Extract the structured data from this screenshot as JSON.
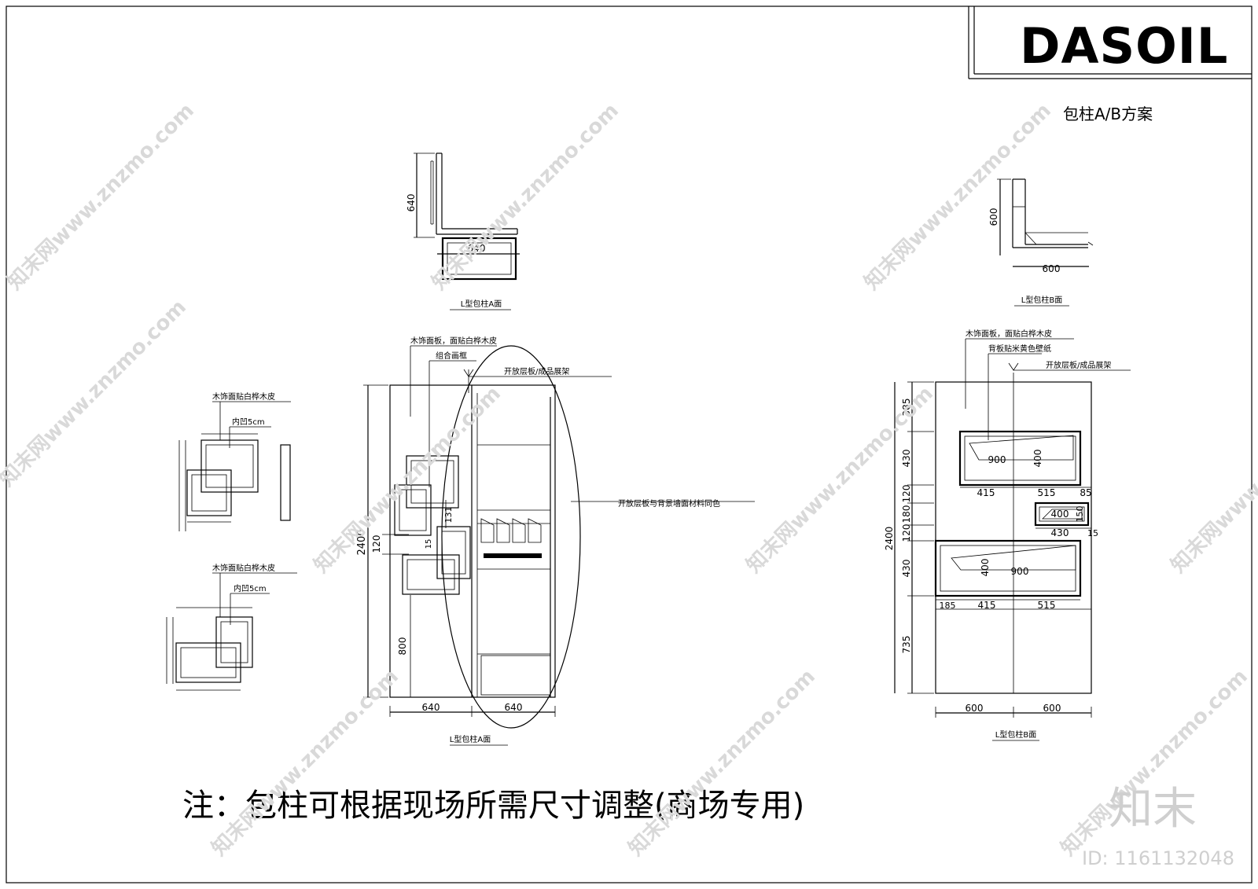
{
  "brand": {
    "logo_text": "DASOIL"
  },
  "sheet_title": "包柱A/B方案",
  "note": "注：包柱可根据现场所需尺寸调整(商场专用)",
  "watermark": {
    "site": "知末网www.znzmo.com",
    "logo": "知末",
    "id": "ID: 1161132048"
  },
  "plan_a": {
    "dim_vertical": "640",
    "dim_horizontal": "640",
    "caption": "L型包柱A面"
  },
  "plan_b": {
    "dim_vertical": "600",
    "dim_horizontal": "600",
    "caption": "L型包柱B面"
  },
  "detail_top": {
    "label_1": "木饰面贴白桦木皮",
    "label_2": "内凹5cm"
  },
  "detail_bottom": {
    "label_1": "木饰面贴白桦木皮",
    "label_2": "内凹5cm"
  },
  "elevation_a": {
    "label_1": "木饰面板，面贴白桦木皮",
    "label_2": "组合画框",
    "label_3": "开放层板/成品展架",
    "label_4": "开放层板与背景墙面材料同色",
    "dim_height": "2400",
    "dim_800": "800",
    "dim_120": "120",
    "dim_131": "131",
    "dim_15": "15",
    "dim_w1": "640",
    "dim_w2": "640",
    "caption": "L型包柱A面"
  },
  "elevation_b": {
    "label_1": "木饰面板，面贴白桦木皮",
    "label_2": "背板贴米黄色壁纸",
    "label_3": "开放层板/成品展架",
    "dims_left": [
      "385",
      "430",
      "120",
      "180",
      "120",
      "430",
      "735"
    ],
    "dim_height": "2400",
    "niche1": {
      "w": "900",
      "h": "400",
      "a": "415",
      "b": "515",
      "c": "85"
    },
    "niche_small": {
      "w": "400",
      "h": "150",
      "a": "430",
      "b": "15"
    },
    "niche2": {
      "w": "900",
      "h": "400",
      "a": "185",
      "b": "415",
      "c": "515"
    },
    "dim_w1": "600",
    "dim_w2": "600",
    "caption": "L型包柱B面"
  }
}
